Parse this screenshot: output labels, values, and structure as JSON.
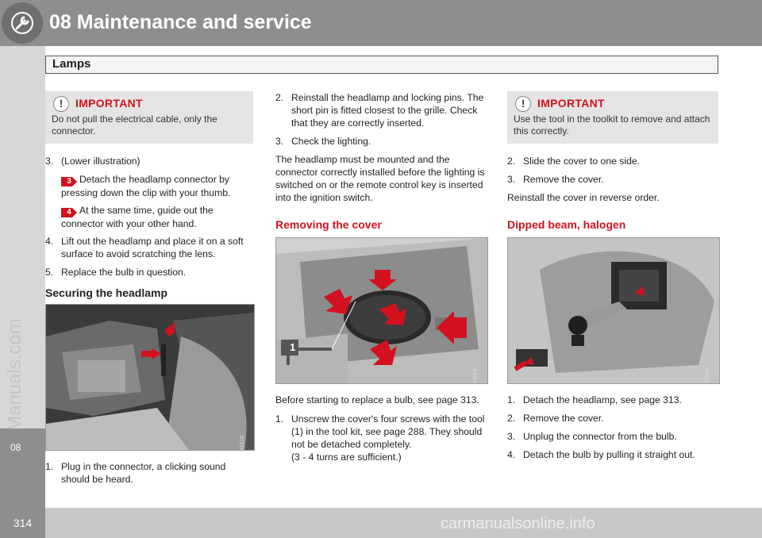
{
  "header": {
    "chapter_title": "08 Maintenance and service"
  },
  "section": {
    "title": "Lamps"
  },
  "sidebar": {
    "chapter_number": "08",
    "watermark": "ProCarManuals.com"
  },
  "footer": {
    "page_number": "314",
    "watermark": "carmanualsonline.info"
  },
  "colors": {
    "accent": "#d2121f",
    "header_bg": "#8e8e8e",
    "note_bg": "#e4e4e4"
  },
  "left": {
    "important_title": "IMPORTANT",
    "important_text": "Do not pull the electrical cable, only the connector.",
    "step3_num": "3.",
    "step3_text": "(Lower illustration)",
    "callout3_num": "3",
    "callout3_text": "Detach the headlamp connector by pressing down the clip with your thumb.",
    "callout4_num": "4",
    "callout4_text": "At the same time, guide out the connector with your other hand.",
    "step4_num": "4.",
    "step4_text": "Lift out the headlamp and place it on a soft surface to avoid scratching the lens.",
    "step5_num": "5.",
    "step5_text": "Replace the bulb in question.",
    "heading": "Securing the headlamp",
    "figure_code": "G042416",
    "final_num": "1.",
    "final_text": "Plug in the connector, a clicking sound should be heard."
  },
  "middle": {
    "step2_num": "2.",
    "step2_text": "Reinstall the headlamp and locking pins. The short pin is fitted closest to the grille. Check that they are correctly inserted.",
    "step3_num": "3.",
    "step3_text": "Check the lighting.",
    "para": "The headlamp must be mounted and the connector correctly installed before the lighting is switched on or the remote control key is inserted into the ignition switch.",
    "heading": "Removing the cover",
    "figure_code": "G042553",
    "figure_label": "1",
    "intro": "Before starting to replace a bulb, see page 313.",
    "step1_num": "1.",
    "step1_text": "Unscrew the cover's four screws with the tool (1) in the tool kit, see page 288. They should not be detached completely.",
    "step1_note": "(3 - 4 turns are sufficient.)"
  },
  "right": {
    "important_title": "IMPORTANT",
    "important_text": "Use the tool in the toolkit to remove and attach this correctly.",
    "step2_num": "2.",
    "step2_text": "Slide the cover to one side.",
    "step3_num": "3.",
    "step3_text": "Remove the cover.",
    "para": "Reinstall the cover in reverse order.",
    "heading": "Dipped beam, halogen",
    "figure_code": "G042556",
    "steps": [
      {
        "num": "1.",
        "text": "Detach the headlamp, see page 313."
      },
      {
        "num": "2.",
        "text": "Remove the cover."
      },
      {
        "num": "3.",
        "text": "Unplug the connector from the bulb."
      },
      {
        "num": "4.",
        "text": "Detach the bulb by pulling it straight out."
      }
    ]
  }
}
